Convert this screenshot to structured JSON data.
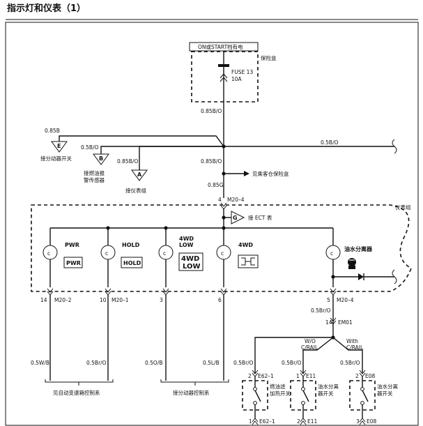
{
  "title": "指示灯和仪表（1）",
  "labels": {
    "on_start": "ON或START档有电",
    "fuse_box": "保险盒",
    "fuse_name": "FUSE 13",
    "fuse_rating": "10A",
    "wire_085bo_1": "0.85B/O",
    "wire_085b": "0.85B",
    "wire_05bo_main": "0.5B/O",
    "wire_05bo_b": "0.5B/O",
    "wire_085bo_a": "0.85B/O",
    "wire_085bo_2": "0.85B/O",
    "wire_085g": "0.85G",
    "conn_m20_4_top_pin": "4",
    "conn_m20_4_top": "M20–4",
    "passenger_fuse": "见乘客仓保险盒",
    "ecu_e_label": "接分动器开关",
    "ecu_b_label1": "接燃油报",
    "ecu_b_label2": "警传感器",
    "ecu_a_label": "接仪表组",
    "ecu_g_label": "接 ECT 表",
    "cluster": "仪表组",
    "pwr": "PWR",
    "hold": "HOLD",
    "l4wd_low1": "4WD",
    "l4wd_low2": "LOW",
    "l4wd": "4WD",
    "water_sep": "油水分离器",
    "pin14": "14",
    "conn_m20_2": "M20–2",
    "pin10": "10",
    "conn_m20_1": "M20–1",
    "pin3": "3",
    "pin6": "6",
    "pin5": "5",
    "conn_m20_4_bot": "M20–4",
    "wire_05bro_1": "0.5Br/O",
    "pin14b": "14",
    "conn_em01": "EM01",
    "wo_crail_1": "W/O",
    "wo_crail_2": "C/RAIL",
    "with_crail_1": "With",
    "with_crail_2": "C/RAIL",
    "wire_05wb": "0.5W/B",
    "wire_05bro_2": "0.5Br/O",
    "wire_05ob": "0.5O/B",
    "wire_05lb": "0.5L/B",
    "wire_05bro_3": "0.5Br/O",
    "wire_05bro_4": "0.5Br/O",
    "wire_05bro_5": "0.5Br/O",
    "pin2_e62": "2",
    "conn_e62_1": "E62–1",
    "pin1_e11": "1",
    "conn_e11": "E11",
    "pin2_e08": "2",
    "conn_e08": "E08",
    "heater_sw1": "燃油滤",
    "heater_sw2": "加热开关",
    "sep_sw_a1": "油水分离",
    "sep_sw_a2": "器开关",
    "sep_sw_b1": "油水分离",
    "sep_sw_b2": "器开关",
    "auto_trans": "见自动变速箱控制系",
    "transfer_ctrl": "接分动器控制系",
    "pin1_e62_bot": "1",
    "conn_e62_1_bot": "E62–1",
    "pin2_e11_bot": "2",
    "conn_e11_bot": "E11",
    "pin3_e08_bot": "3",
    "conn_e08_bot": "E08",
    "ecu_e": "E",
    "ecu_b": "B",
    "ecu_a": "A",
    "ecu_g": "G"
  }
}
